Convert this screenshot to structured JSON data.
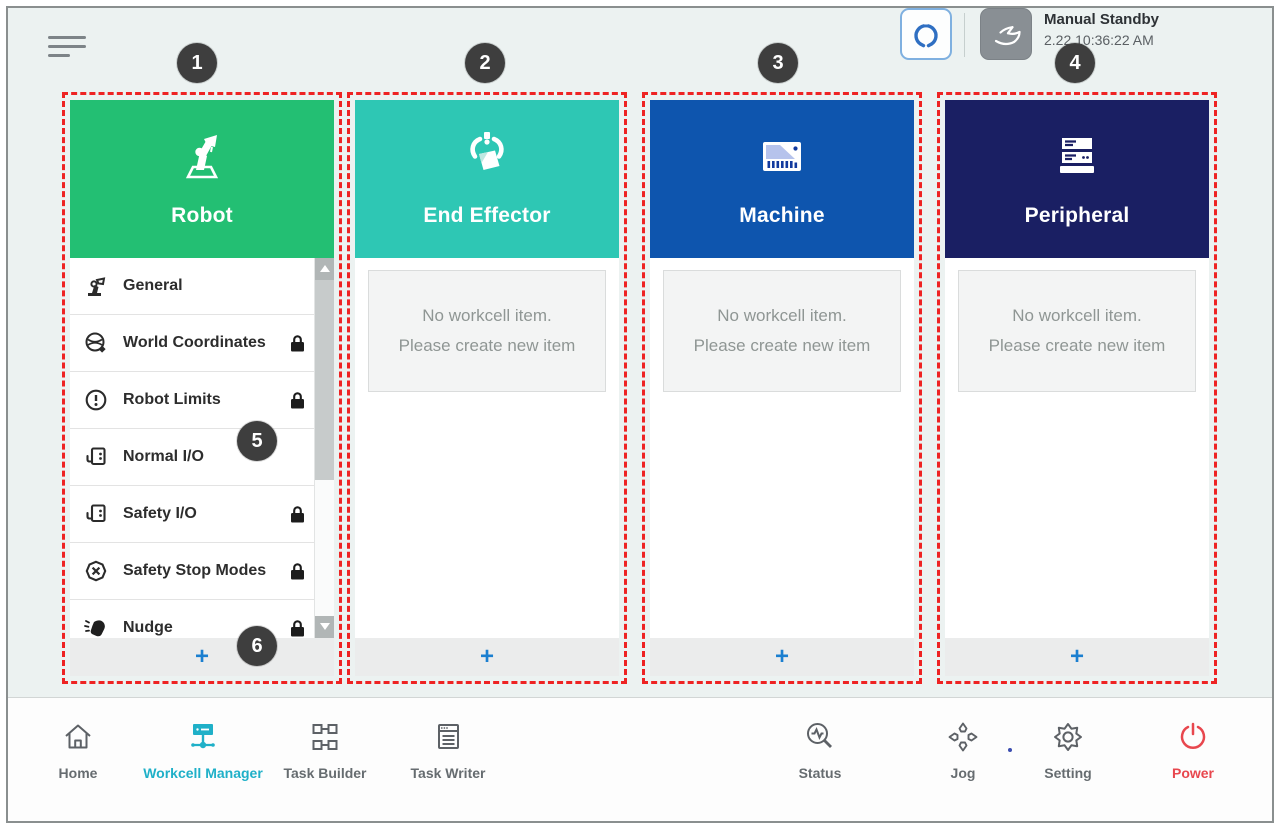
{
  "header": {
    "mode_label": "Manual Standby",
    "datetime": "2.22 10:36:22 AM",
    "menu_icon": "hamburger-menu-icon",
    "robot_button_icon": "gripper-claw-icon",
    "hand_button_icon": "hand-mode-icon"
  },
  "columns": [
    {
      "title": "Robot",
      "color": "#23bf73",
      "icon": "robot-arm-icon",
      "add_label": "+",
      "items": [
        {
          "label": "General",
          "icon": "robot-general-icon",
          "locked": false
        },
        {
          "label": "World Coordinates",
          "icon": "world-coordinates-icon",
          "locked": true
        },
        {
          "label": "Robot Limits",
          "icon": "robot-limits-icon",
          "locked": true
        },
        {
          "label": "Normal I/O",
          "icon": "normal-io-icon",
          "locked": false
        },
        {
          "label": "Safety I/O",
          "icon": "safety-io-icon",
          "locked": true
        },
        {
          "label": "Safety Stop Modes",
          "icon": "safety-stop-modes-icon",
          "locked": true
        },
        {
          "label": "Nudge",
          "icon": "nudge-icon",
          "locked": true
        }
      ]
    },
    {
      "title": "End Effector",
      "color": "#2ec7b4",
      "icon": "gripper-icon",
      "add_label": "+",
      "empty": {
        "line1": "No workcell item.",
        "line2": "Please create new item"
      }
    },
    {
      "title": "Machine",
      "color": "#0e55ae",
      "icon": "machine-icon",
      "add_label": "+",
      "empty": {
        "line1": "No workcell item.",
        "line2": "Please create new item"
      }
    },
    {
      "title": "Peripheral",
      "color": "#1a1f63",
      "icon": "peripheral-icon",
      "add_label": "+",
      "empty": {
        "line1": "No workcell item.",
        "line2": "Please create new item"
      }
    }
  ],
  "annotations": [
    {
      "number": "1"
    },
    {
      "number": "2"
    },
    {
      "number": "3"
    },
    {
      "number": "4"
    },
    {
      "number": "5"
    },
    {
      "number": "6"
    }
  ],
  "footer": {
    "items": [
      {
        "label": "Home",
        "icon": "home-icon",
        "active": false
      },
      {
        "label": "Workcell Manager",
        "icon": "workcell-manager-icon",
        "active": true
      },
      {
        "label": "Task Builder",
        "icon": "task-builder-icon",
        "active": false
      },
      {
        "label": "Task Writer",
        "icon": "task-writer-icon",
        "active": false
      },
      {
        "label": "Status",
        "icon": "status-icon",
        "active": false
      },
      {
        "label": "Jog",
        "icon": "jog-icon",
        "active": false
      },
      {
        "label": "Setting",
        "icon": "setting-icon",
        "active": false
      },
      {
        "label": "Power",
        "icon": "power-icon",
        "active": false
      }
    ],
    "active_color": "#1fb0c8",
    "power_color": "#e8474e"
  },
  "colors": {
    "annotation_dash_red": "#ee2323",
    "badge_bg": "#3e3e3e",
    "add_plus_blue": "#1b7fd0"
  }
}
